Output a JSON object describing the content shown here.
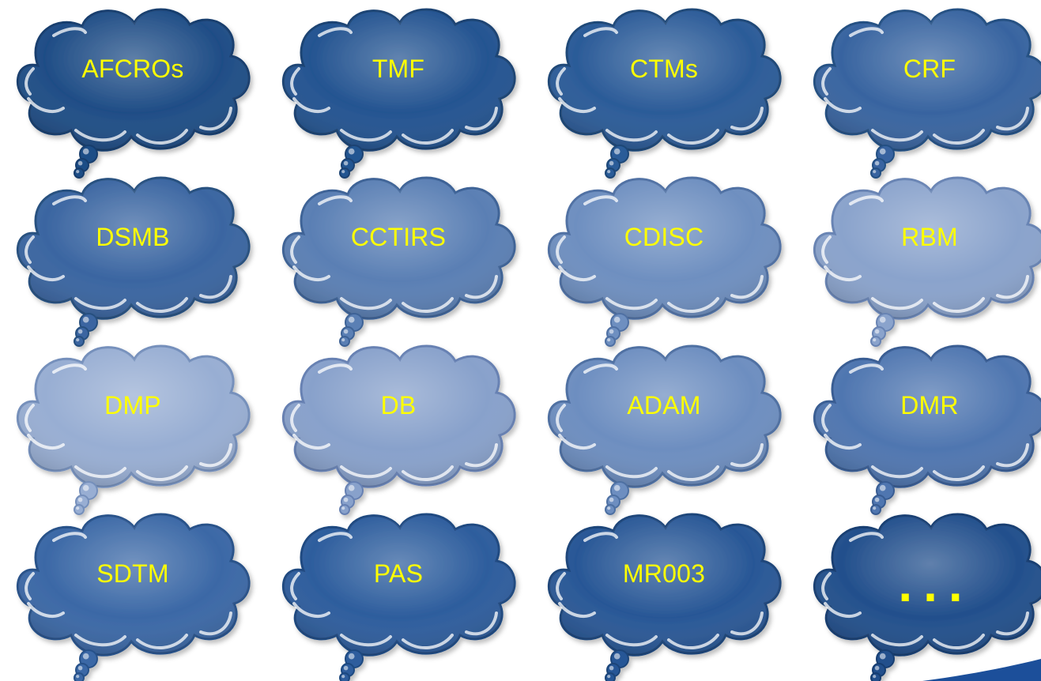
{
  "slide": {
    "clouds": [
      {
        "label": "AFCROs",
        "fill": "#1f4d86",
        "edge": "#173d6d"
      },
      {
        "label": "TMF",
        "fill": "#245491",
        "edge": "#1a4272"
      },
      {
        "label": "CTMs",
        "fill": "#2b5b98",
        "edge": "#1e4777"
      },
      {
        "label": "CRF",
        "fill": "#3864a0",
        "edge": "#244f82"
      },
      {
        "label": "DSMB",
        "fill": "#3a65a1",
        "edge": "#27507f"
      },
      {
        "label": "CCTIRS",
        "fill": "#5a7fb4",
        "edge": "#3d6296"
      },
      {
        "label": "CDISC",
        "fill": "#6e8fc0",
        "edge": "#4f70a3"
      },
      {
        "label": "RBM",
        "fill": "#8aa3cc",
        "edge": "#6783b3"
      },
      {
        "label": "DMP",
        "fill": "#98aed3",
        "edge": "#748fbb"
      },
      {
        "label": "DB",
        "fill": "#88a1cb",
        "edge": "#6680b2"
      },
      {
        "label": "ADAM",
        "fill": "#6d8ec0",
        "edge": "#4e6fa2"
      },
      {
        "label": "DMR",
        "fill": "#4f76b0",
        "edge": "#375b92"
      },
      {
        "label": "SDTM",
        "fill": "#3b68a6",
        "edge": "#285189"
      },
      {
        "label": "PAS",
        "fill": "#2d5d9d",
        "edge": "#1f4880"
      },
      {
        "label": "MR003",
        "fill": "#285796",
        "edge": "#1c4479"
      },
      {
        "label": "...",
        "fill": "#224f8c",
        "edge": "#183e71"
      }
    ]
  }
}
